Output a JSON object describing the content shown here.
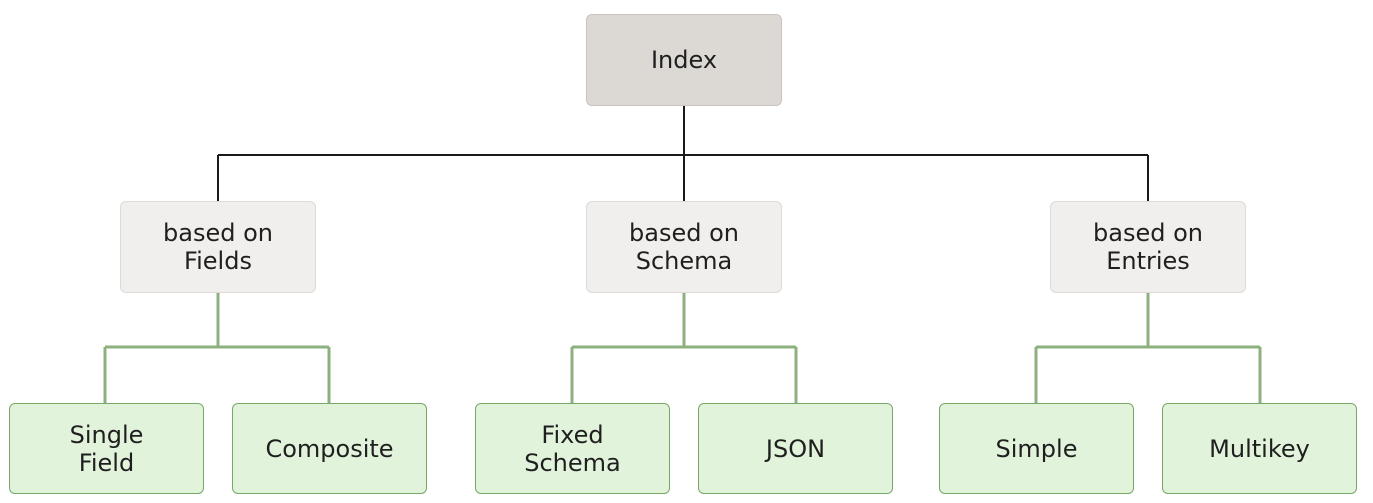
{
  "diagram": {
    "root": {
      "label": "Index"
    },
    "categories": [
      {
        "label": "based on\nFields",
        "children": [
          {
            "label": "Single\nField"
          },
          {
            "label": "Composite"
          }
        ]
      },
      {
        "label": "based on\nSchema",
        "children": [
          {
            "label": "Fixed\nSchema"
          },
          {
            "label": "JSON"
          }
        ]
      },
      {
        "label": "based on\nEntries",
        "children": [
          {
            "label": "Simple"
          },
          {
            "label": "Multikey"
          }
        ]
      }
    ],
    "colors": {
      "root_fill": "#dcd8d4",
      "category_fill": "#f1efed",
      "leaf_fill": "#e2f3dc",
      "leaf_border": "#76a966",
      "root_connector": "#1a1a1a",
      "leaf_connector": "#8cb07e"
    }
  }
}
